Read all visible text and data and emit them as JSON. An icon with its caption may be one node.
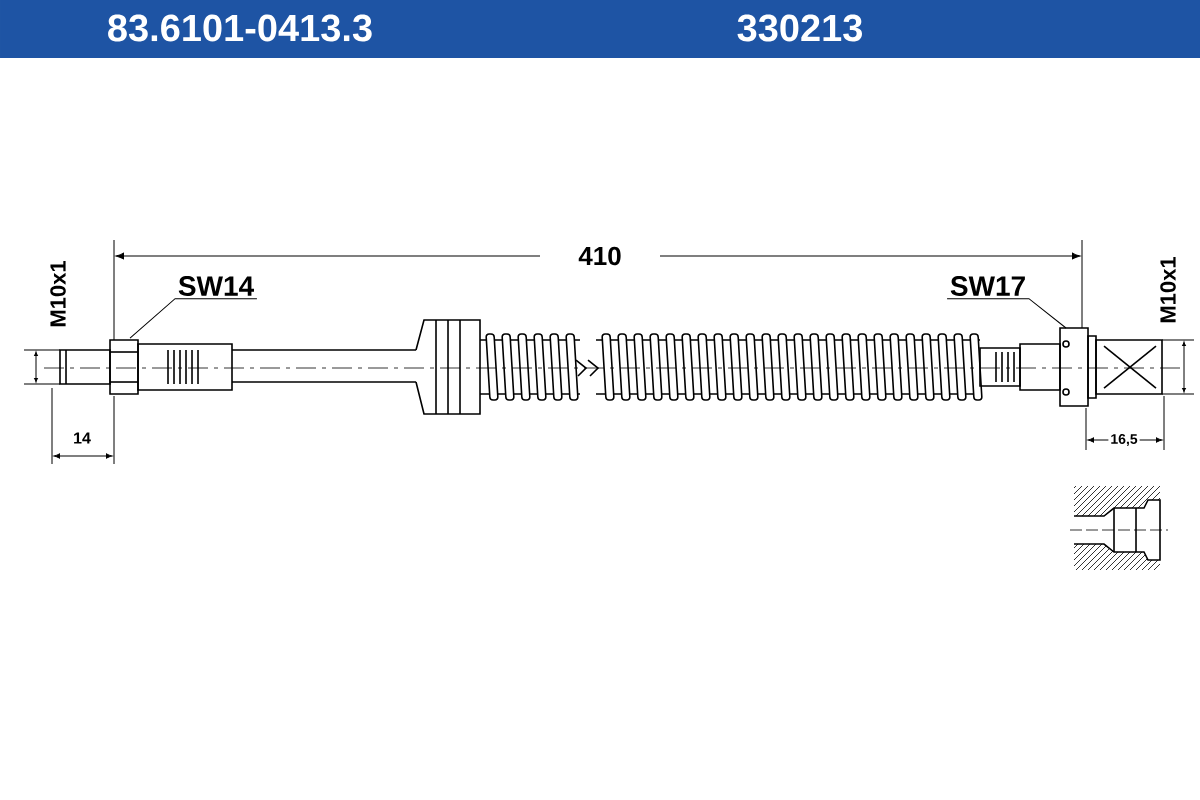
{
  "diagram": {
    "nodes": [
      {
        "text": [
          "SW14"
        ]
      },
      {
        "text": [
          "SW17"
        ]
      }
    ],
    "edges": [
      {
        "from": 0,
        "to": null,
        "arrow": "none"
      },
      {
        "from": 1,
        "to": null,
        "arrow": "none"
      }
    ],
    "labels": [
      "83.6101-0413.3",
      "330213",
      "410",
      "M10x1",
      "14",
      "M10x1",
      "16,5"
    ]
  }
}
